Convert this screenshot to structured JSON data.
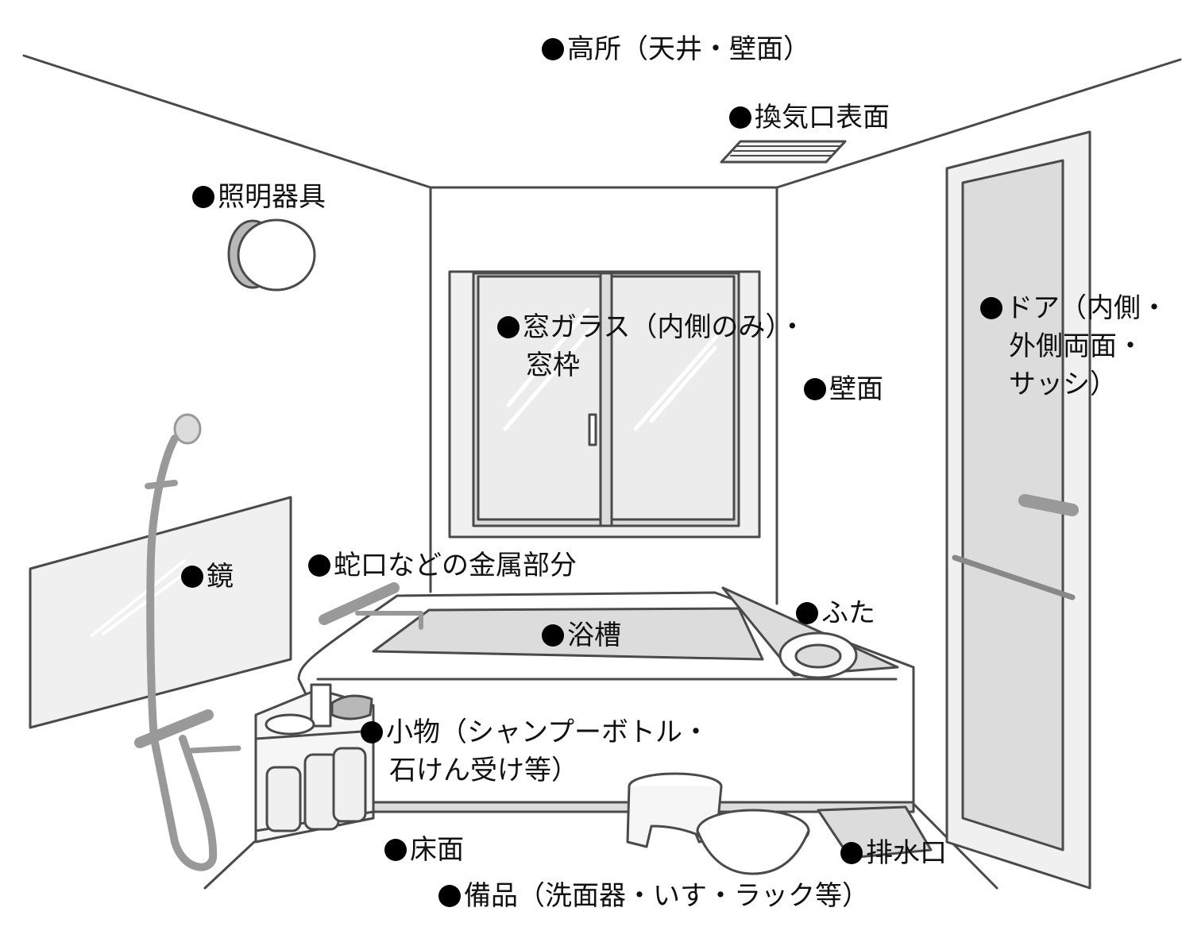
{
  "labels": {
    "ceiling": "高所（天井・壁面）",
    "vent": "換気口表面",
    "lighting": "照明器具",
    "window_line1": "窓ガラス（内側のみ）・",
    "window_line2": "窓枠",
    "wall": "壁面",
    "door_line1": "ドア（内側・",
    "door_line2": "外側両面・",
    "door_line3": "サッシ）",
    "mirror": "鏡",
    "faucet": "蛇口などの金属部分",
    "lid": "ふた",
    "bathtub": "浴槽",
    "items_line1": "小物（シャンプーボトル・",
    "items_line2": "石けん受け等）",
    "floor": "床面",
    "drain": "排水口",
    "fixtures": "備品（洗面器・いす・ラック等）"
  },
  "colors": {
    "line": "#4a4a4a",
    "fill_light": "#f0f0f0",
    "fill_mid": "#dcdcdc",
    "fill_dark": "#b8b8b8",
    "bullet": "#000000"
  },
  "icons": [
    "bullet-dot-icon"
  ]
}
